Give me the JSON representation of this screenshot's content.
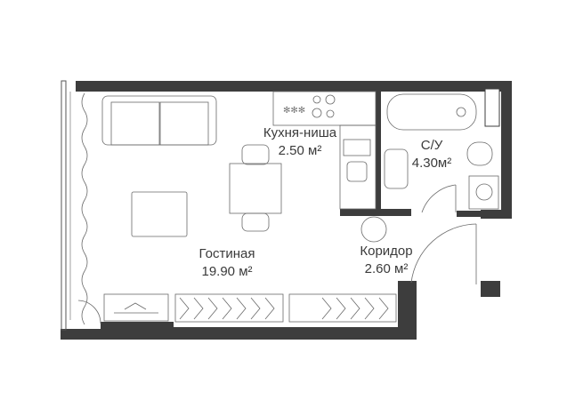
{
  "rooms": [
    {
      "name": "Кухня-ниша",
      "area": "2.50 м²"
    },
    {
      "name": "С/У",
      "area": "4.30м²"
    },
    {
      "name": "Коридор",
      "area": "2.60 м²"
    },
    {
      "name": "Гостиная",
      "area": "19.90 м²"
    }
  ],
  "colors": {
    "wall": "#3d3d3d",
    "furniture": "#6a6a6a"
  }
}
